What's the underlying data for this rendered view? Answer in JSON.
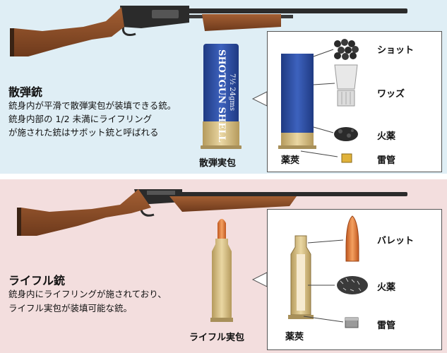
{
  "shotgun": {
    "title": "散弾銃",
    "desc_lines": [
      "銃身内が平滑で散弾実包が装填できる銃。",
      "銃身内部の 1/2 未満にライフリング",
      "が施された銃はサボット銃と呼ばれる"
    ],
    "cartridge_label": "散弾実包",
    "shell_text": "SHOTGUN SHELL",
    "shell_size": "7½  24gms",
    "parts": {
      "shot": "ショット",
      "wad": "ワッズ",
      "powder": "火薬",
      "primer": "雷管",
      "case": "薬莢"
    }
  },
  "rifle": {
    "title": "ライフル銃",
    "desc_lines": [
      "銃身内にライフリングが施されており、",
      "ライフル実包が装填可能な銃。"
    ],
    "cartridge_label": "ライフル実包",
    "parts": {
      "bullet": "バレット",
      "powder": "火薬",
      "primer": "雷管",
      "case": "薬莢"
    }
  },
  "colors": {
    "top_bg": "#dfeef5",
    "bottom_bg": "#f3dede",
    "wood": "#8a4a25",
    "metal": "#2b2b2b",
    "shell_blue": "#2c4fa3",
    "brass": "#d9c089",
    "bullet_copper": "#e2763a"
  }
}
